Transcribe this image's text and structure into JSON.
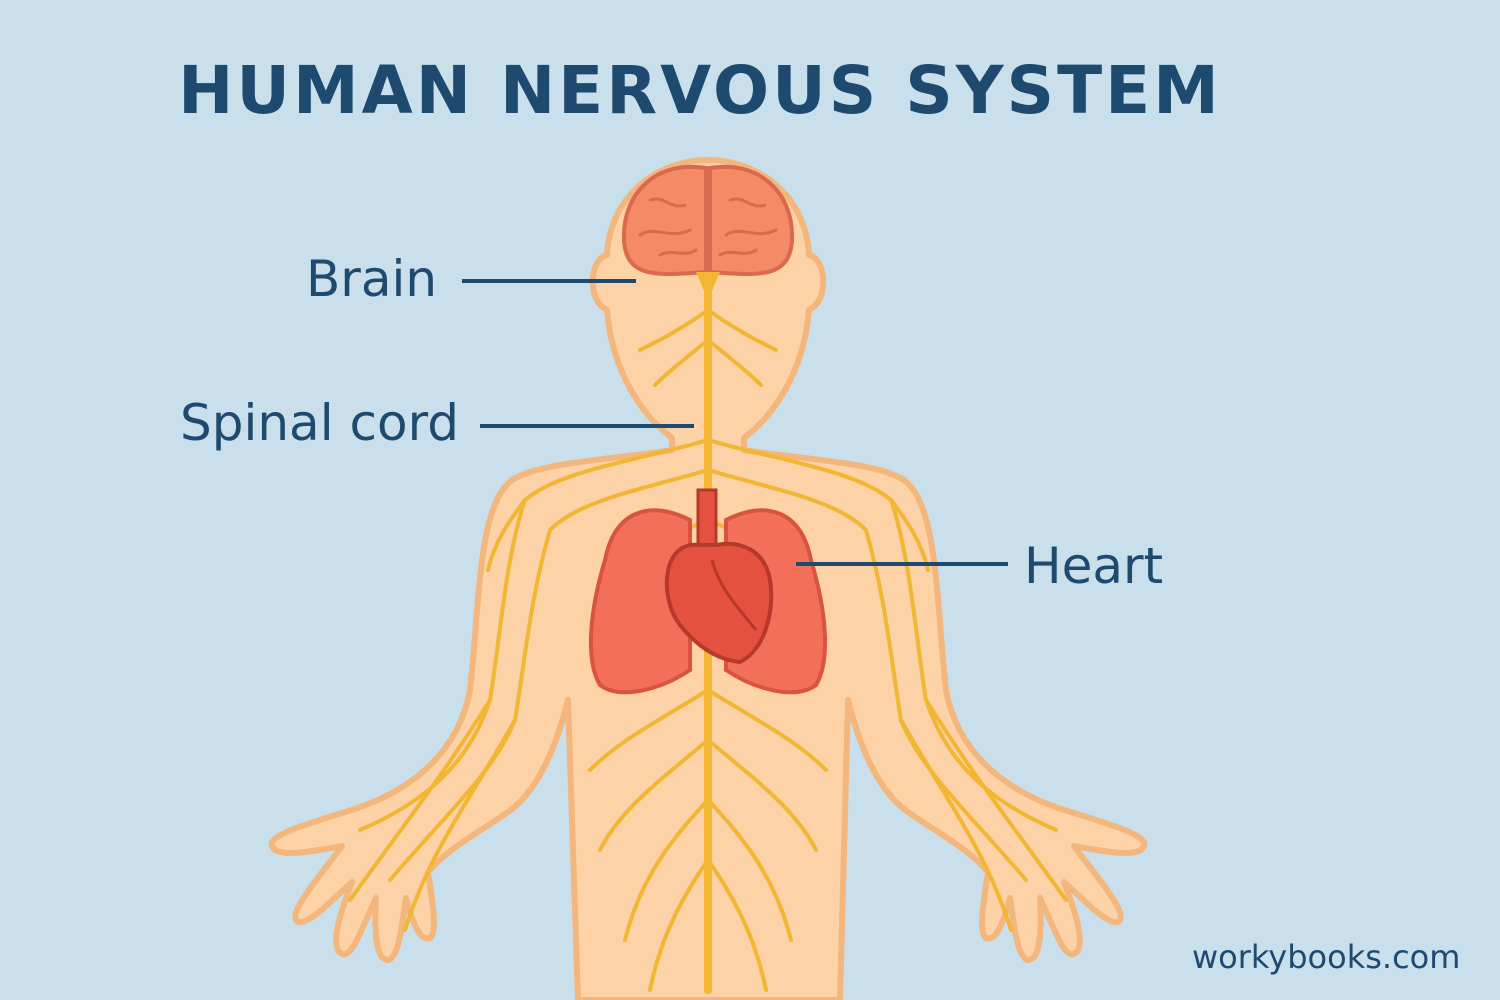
{
  "title": "HUMAN NERVOUS SYSTEM",
  "labels": {
    "brain": "Brain",
    "spinal_cord": "Spinal cord",
    "heart": "Heart"
  },
  "credit": "workybooks.com",
  "colors": {
    "background": "#c9e0ec",
    "skin": "#fcd2a6",
    "outline": "#f3b67c",
    "nerve": "#f2b632",
    "brain": "#f58a66",
    "lungs": "#f2705a",
    "heart": "#e4513e",
    "text": "#1f4a70"
  }
}
